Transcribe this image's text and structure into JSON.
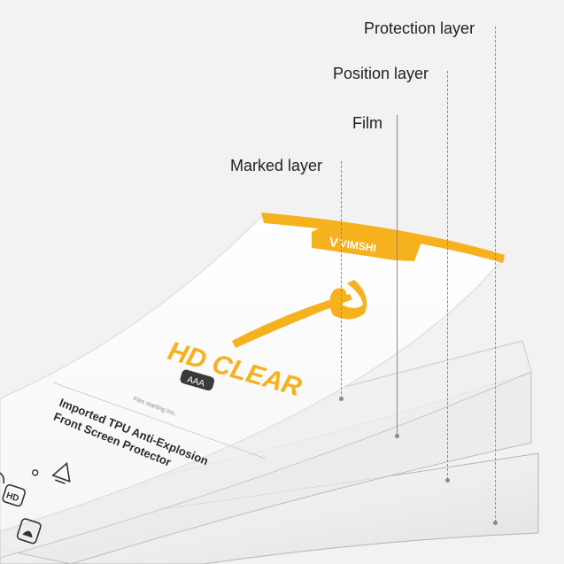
{
  "labels": {
    "protection_layer": "Protection layer",
    "position_layer": "Position layer",
    "film": "Film",
    "marked_layer": "Marked layer"
  },
  "product": {
    "brand": "VIMSHI",
    "headline": "HD CLEAR",
    "grade_badge": "AAA",
    "small_text": "Film starting Inc.",
    "description_line1": "Imported TPU Anti-Explosion",
    "description_line2": "Front Screen Protector",
    "hd_icon_text": "HD"
  },
  "colors": {
    "background": "#f2f2f2",
    "accent_yellow": "#f5b21e",
    "text_dark": "#1f1f1f",
    "leader_line": "#8a8a8a"
  }
}
